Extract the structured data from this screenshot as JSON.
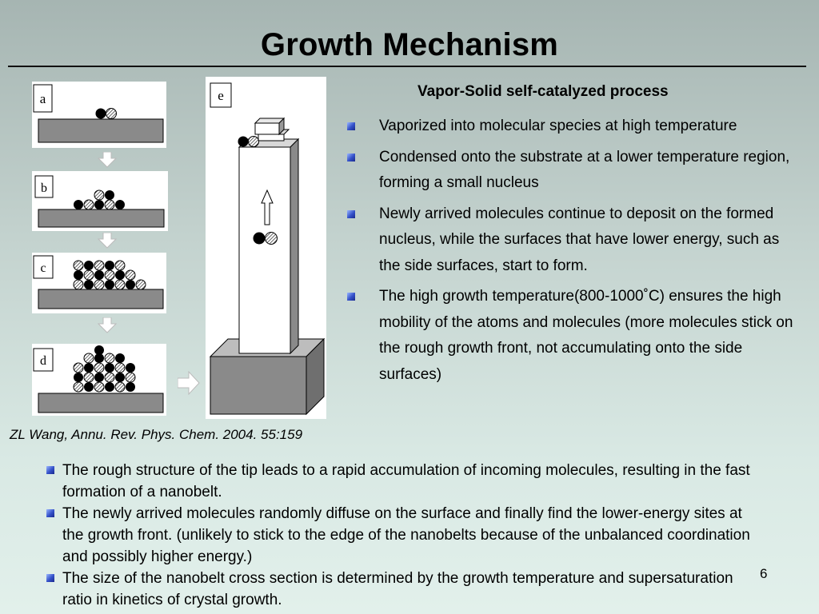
{
  "slide": {
    "title": "Growth Mechanism",
    "page_number": "6"
  },
  "figure": {
    "panel_labels": {
      "a": "a",
      "b": "b",
      "c": "c",
      "d": "d",
      "e": "e"
    },
    "citation": "ZL Wang, Annu. Rev. Phys. Chem. 2004. 55:159"
  },
  "right": {
    "heading": "Vapor-Solid self-catalyzed process",
    "bullets": [
      "Vaporized into molecular species at high temperature",
      "Condensed onto the substrate at a lower temperature region, forming a small nucleus",
      "Newly arrived molecules continue to deposit on the formed nucleus, while the surfaces that have lower energy, such as the side surfaces, start to form.",
      "The high growth temperature(800-1000˚C) ensures the high mobility of the atoms and molecules (more molecules stick on the rough growth front, not accumulating onto the side surfaces)"
    ]
  },
  "bottom": {
    "bullets": [
      "The rough structure of the tip leads to a rapid accumulation of incoming molecules, resulting in the fast formation of a nanobelt.",
      "The newly arrived molecules randomly diffuse on the surface and finally find the lower-energy sites at the growth front.  (unlikely to stick to the edge of the nanobelts because of the unbalanced coordination and possibly higher energy.)",
      "The size of the nanobelt cross section is determined by the growth temperature and supersaturation ratio in kinetics of crystal growth."
    ]
  },
  "colors": {
    "bullet": "#3350c8",
    "substrate": "#888888"
  }
}
